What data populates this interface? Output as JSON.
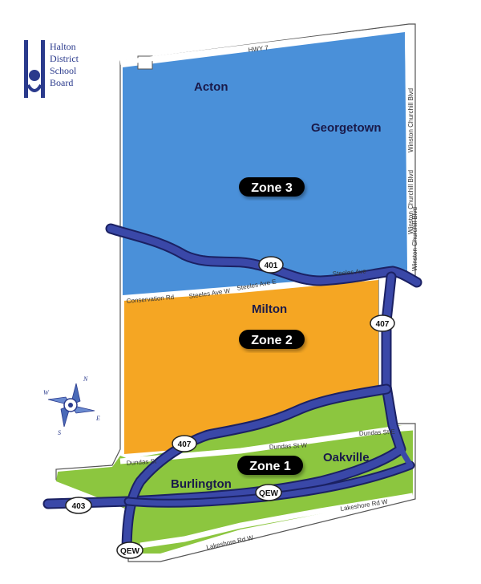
{
  "logo": {
    "lines": [
      "Halton",
      "District",
      "School",
      "Board"
    ],
    "color": "#2a3a8c"
  },
  "zones": [
    {
      "label": "Zone 3",
      "color": "#4a90d9"
    },
    {
      "label": "Zone 2",
      "color": "#f5a623"
    },
    {
      "label": "Zone 1",
      "color": "#8cc63f"
    }
  ],
  "towns": [
    "Acton",
    "Georgetown",
    "Milton",
    "Oakville",
    "Burlington"
  ],
  "roads": {
    "hwy7": "HWY 7",
    "winston_top": "Winston Churchill Blvd",
    "winston_mid": "Winston Churchill Blvd",
    "winston_low": "Winston Churchill Blvd",
    "conservation": "Conservation Rd",
    "steeles_w": "Steeles Ave W",
    "steeles_e": "Steeles Ave E",
    "steeles": "Steeles Ave",
    "dundas": "Dundas St",
    "dundas_w": "Dundas St W",
    "dundas_e": "Dundas St E",
    "lakeshore_w1": "Lakeshore Rd W",
    "lakeshore_w2": "Lakeshore Rd W"
  },
  "highways": [
    "401",
    "407",
    "407",
    "QEW",
    "403",
    "QEW"
  ],
  "compass": {
    "n": "N",
    "e": "E",
    "s": "S",
    "w": "W"
  },
  "colors": {
    "highway": "#3a48a8",
    "highway_edge": "#1b2163",
    "road": "#ffffff"
  }
}
